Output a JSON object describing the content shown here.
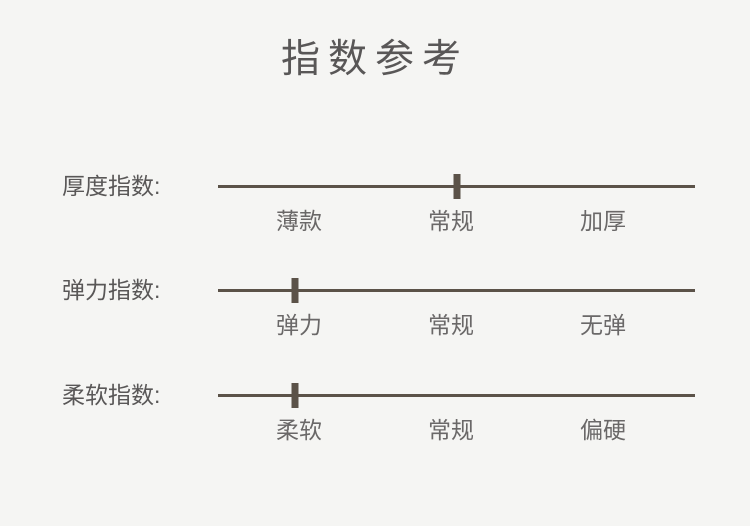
{
  "page": {
    "title": "指数参考",
    "colors": {
      "background": "#f5f5f3",
      "scale_line": "#5b5248",
      "text_primary": "#595757",
      "text_secondary": "#6a6868"
    }
  },
  "indices": [
    {
      "label": "厚度指数:",
      "marker_percent": 50.1,
      "selected_level": "常规",
      "levels": [
        "薄款",
        "常规",
        "加厚"
      ]
    },
    {
      "label": "弹力指数:",
      "marker_percent": 16.1,
      "selected_level": "弹力",
      "levels": [
        "弹力",
        "常规",
        "无弹"
      ]
    },
    {
      "label": "柔软指数:",
      "marker_percent": 16.1,
      "selected_level": "柔软",
      "levels": [
        "柔软",
        "常规",
        "偏硬"
      ]
    }
  ]
}
